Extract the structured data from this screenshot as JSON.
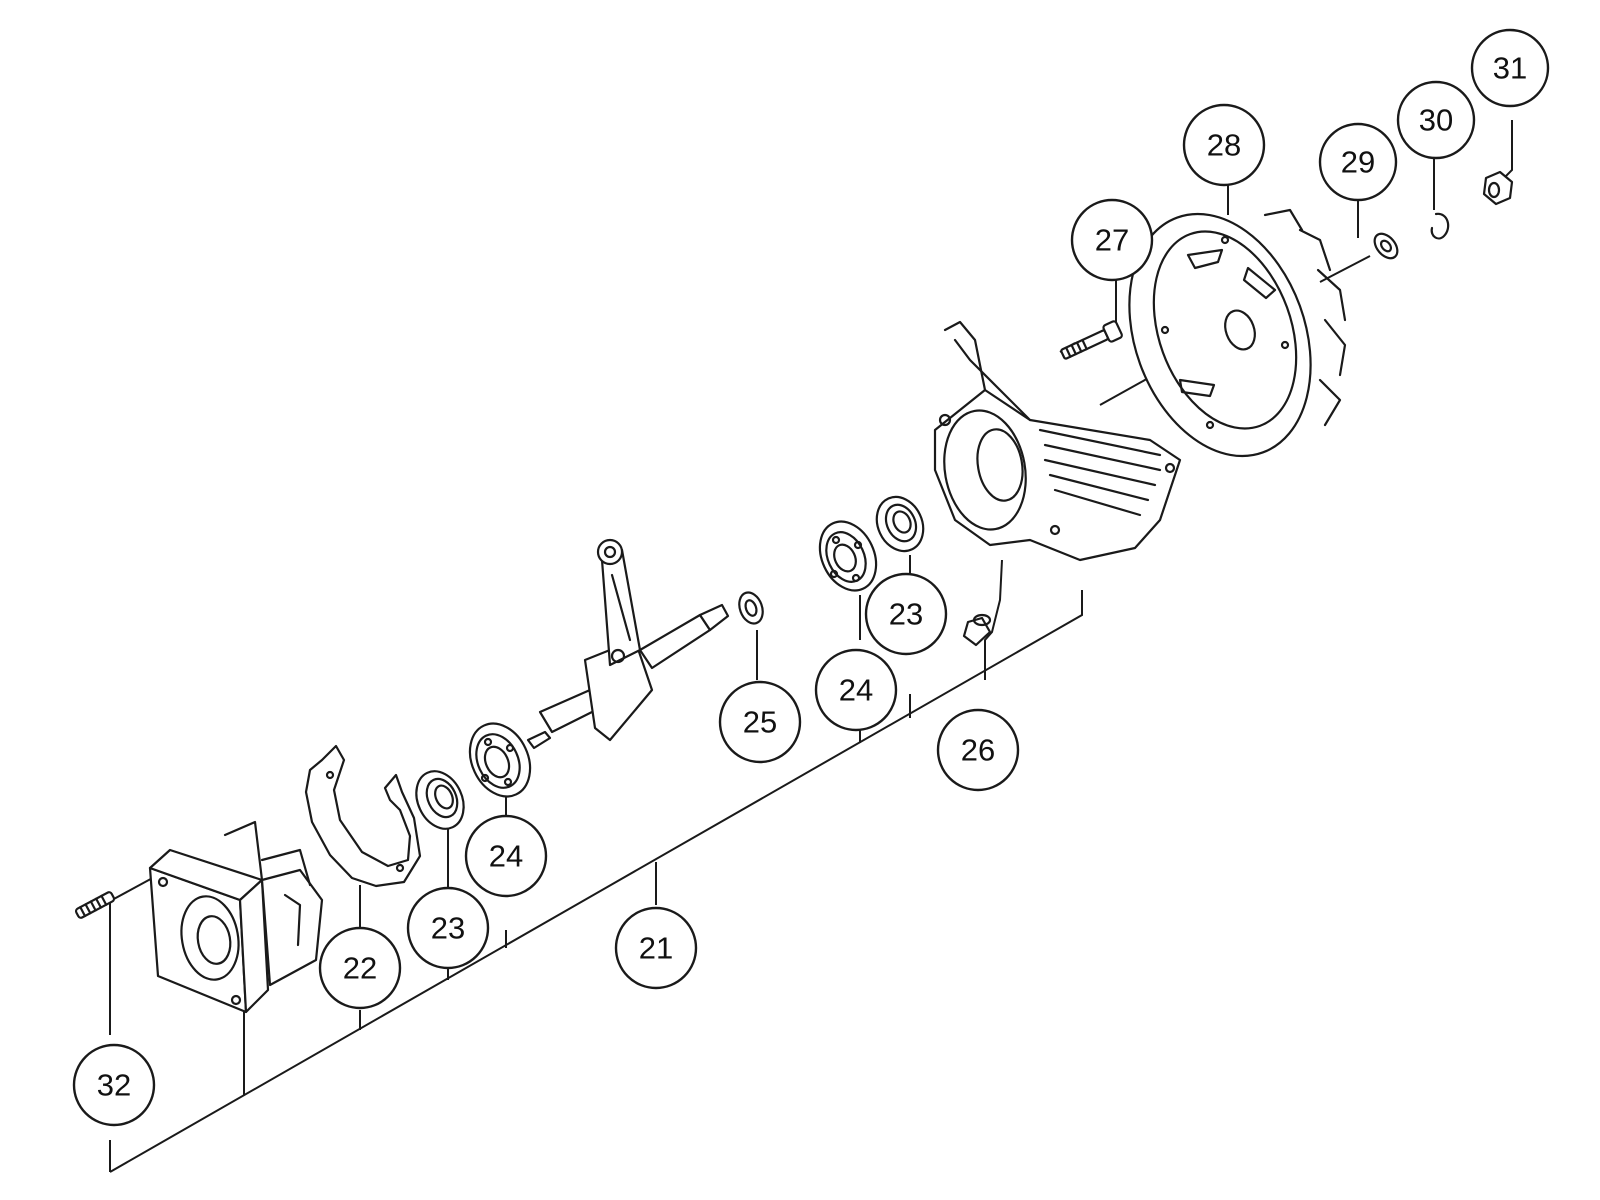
{
  "callouts": [
    {
      "id": "c21",
      "label": "21"
    },
    {
      "id": "c22",
      "label": "22"
    },
    {
      "id": "c23a",
      "label": "23"
    },
    {
      "id": "c24a",
      "label": "24"
    },
    {
      "id": "c25",
      "label": "25"
    },
    {
      "id": "c24b",
      "label": "24"
    },
    {
      "id": "c23b",
      "label": "23"
    },
    {
      "id": "c26",
      "label": "26"
    },
    {
      "id": "c27",
      "label": "27"
    },
    {
      "id": "c28",
      "label": "28"
    },
    {
      "id": "c29",
      "label": "29"
    },
    {
      "id": "c30",
      "label": "30"
    },
    {
      "id": "c31",
      "label": "31"
    },
    {
      "id": "c32",
      "label": "32"
    }
  ]
}
